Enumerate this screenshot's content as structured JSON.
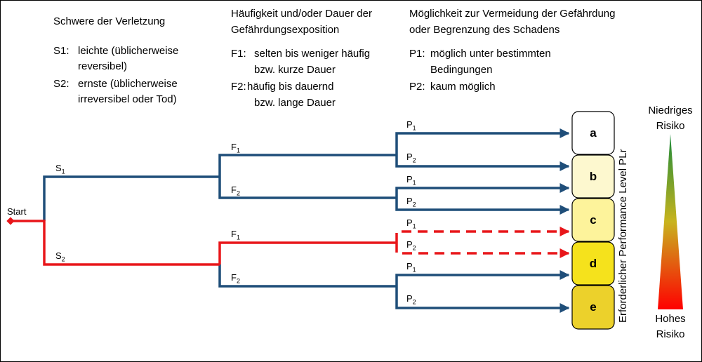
{
  "severity": {
    "title": "Schwere der Verletzung",
    "s1_code": "S1:",
    "s1_line1": "leichte (üblicherweise",
    "s1_line2": "reversibel)",
    "s2_code": "S2:",
    "s2_line1": "ernste (üblicherweise",
    "s2_line2": "irreversibel oder Tod)"
  },
  "frequency": {
    "title_line1": "Häufigkeit und/oder Dauer der",
    "title_line2": "Gefährdungsexposition",
    "f1_code": "F1:",
    "f1_line1": "selten bis weniger häufig",
    "f1_line2": "bzw. kurze Dauer",
    "f2_code": "F2:",
    "f2_line1": "häufig bis dauernd",
    "f2_line2": "bzw. lange Dauer"
  },
  "avoidance": {
    "title_line1": "Möglichkeit zur Vermeidung der Gefährdung",
    "title_line2": "oder Begrenzung des Schadens",
    "p1_code": "P1:",
    "p1_line1": "möglich unter bestimmten",
    "p1_line2": "Bedingungen",
    "p2_code": "P2:",
    "p2_line1": "kaum möglich"
  },
  "tree": {
    "start": "Start",
    "S": "S",
    "F": "F",
    "P": "P",
    "one": "1",
    "two": "2"
  },
  "levels": [
    "a",
    "b",
    "c",
    "d",
    "e"
  ],
  "level_axis": "Erforderlicher Performance Level PLr",
  "risk": {
    "low_line1": "Niedriges",
    "low_line2": "Risiko",
    "high_line1": "Hohes",
    "high_line2": "Risiko"
  },
  "colors": {
    "path_blue": "#1f4e79",
    "path_red": "#e8161a",
    "level_a": "#ffffff",
    "level_b": "#fdf8cf",
    "level_c": "#fdf39b",
    "level_d": "#f5e21c",
    "level_e": "#ecd12b",
    "risk_top": "#1a8a3a",
    "risk_bottom": "#ff0000"
  }
}
